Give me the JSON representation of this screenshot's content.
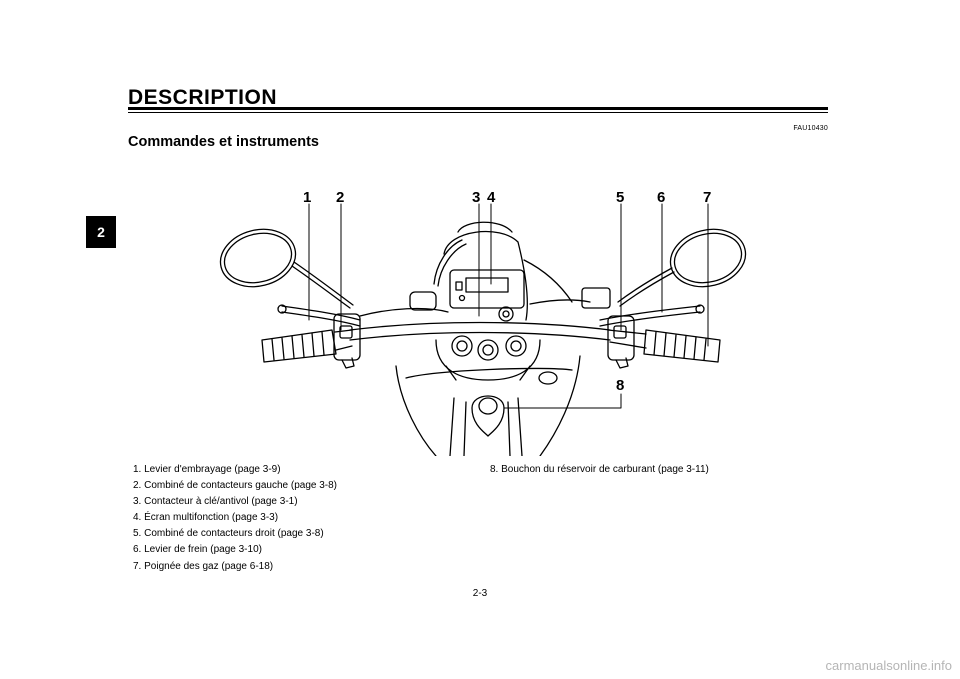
{
  "header": {
    "section_title": "DESCRIPTION",
    "chapter_tab": "2",
    "ref_code": "FAU10430",
    "subtitle": "Commandes et instruments"
  },
  "illustration": {
    "callouts": [
      "1",
      "2",
      "3",
      "4",
      "5",
      "6",
      "7",
      "8"
    ]
  },
  "legend": {
    "left": [
      "1. Levier d'embrayage (page 3-9)",
      "2. Combiné de contacteurs gauche (page 3-8)",
      "3. Contacteur à clé/antivol (page 3-1)",
      "4. Écran multifonction (page 3-3)",
      "5. Combiné de contacteurs droit (page 3-8)",
      "6. Levier de frein (page 3-10)",
      "7. Poignée des gaz (page 6-18)"
    ],
    "right": [
      "8. Bouchon du réservoir de carburant (page 3-11)"
    ]
  },
  "footer": {
    "page_number": "2-3",
    "watermark": "carmanualsonline.info"
  }
}
